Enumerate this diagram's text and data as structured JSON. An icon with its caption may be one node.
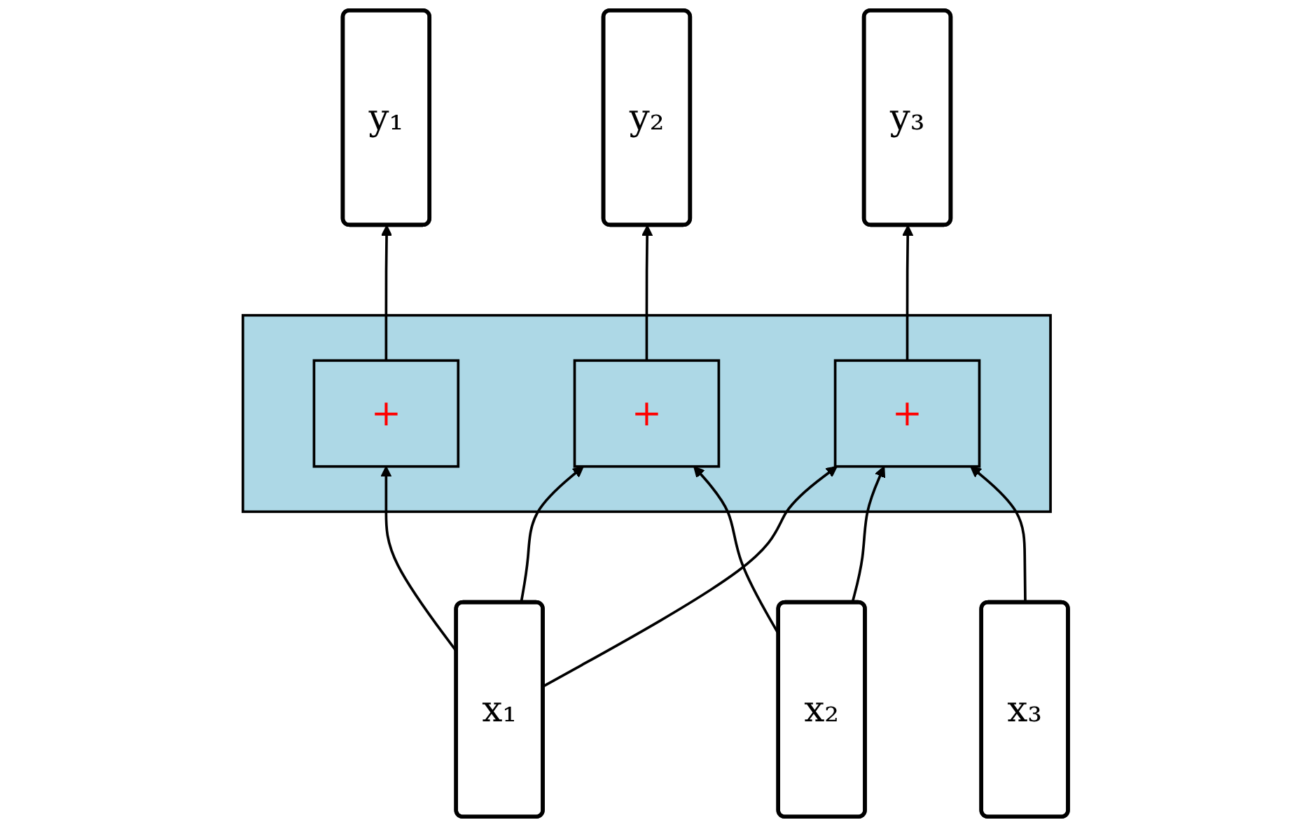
{
  "diagram": {
    "nodes": [
      {
        "text": [
          "y₁"
        ]
      },
      {
        "text": [
          "y₂"
        ]
      },
      {
        "text": [
          "y₃"
        ]
      },
      {
        "text": [],
        "shape": "box"
      },
      {
        "text": [
          "+"
        ],
        "in": 3
      },
      {
        "text": [
          "+"
        ],
        "in": 3
      },
      {
        "text": [
          "+"
        ],
        "in": 3
      },
      {
        "text": [
          "x₁"
        ]
      },
      {
        "text": [
          "x₂"
        ]
      },
      {
        "text": [
          "x₃"
        ]
      }
    ],
    "edges": [
      {
        "from": 4,
        "to": 0,
        "arrow": "to"
      },
      {
        "from": 5,
        "to": 1,
        "arrow": "to"
      },
      {
        "from": 6,
        "to": 2,
        "arrow": "to"
      },
      {
        "from": 7,
        "to": 4,
        "arrow": "to"
      },
      {
        "from": 7,
        "to": 5,
        "arrow": "to"
      },
      {
        "from": 7,
        "to": 6,
        "arrow": "to"
      },
      {
        "from": 8,
        "to": 5,
        "arrow": "to"
      },
      {
        "from": 8,
        "to": 6,
        "arrow": "to"
      },
      {
        "from": 9,
        "to": 6,
        "arrow": "to"
      }
    ]
  }
}
